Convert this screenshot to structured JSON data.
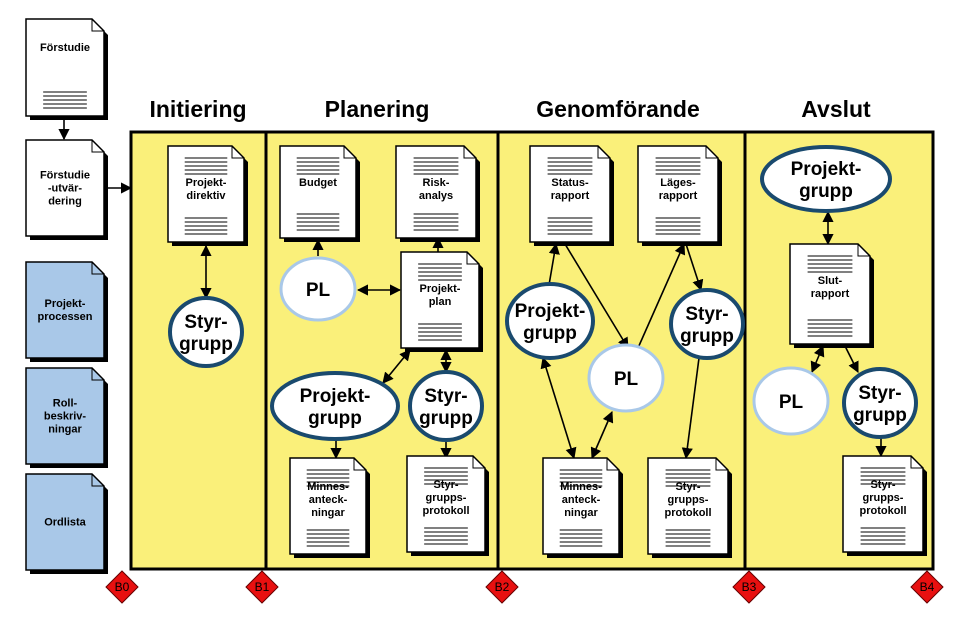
{
  "phases": {
    "initiering": "Initiering",
    "planering": "Planering",
    "genomforande": "Genomförande",
    "avslut": "Avslut"
  },
  "milestones": [
    "B0",
    "B1",
    "B2",
    "B3",
    "B4"
  ],
  "left_docs": {
    "forstudie": [
      "Förstudie"
    ],
    "forstudie_utvardering": [
      "Förstudie",
      "-utvär-",
      "dering"
    ],
    "projektprocessen": [
      "Projekt-",
      "processen"
    ],
    "rollbeskrivningar": [
      "Roll-",
      "beskriv-",
      "ningar"
    ],
    "ordlista": [
      "Ordlista"
    ]
  },
  "docs": {
    "projektdirektiv": [
      "Projekt-",
      "direktiv"
    ],
    "budget": [
      "Budget"
    ],
    "riskanalys": [
      "Risk-",
      "analys"
    ],
    "projektplan": [
      "Projekt-",
      "plan"
    ],
    "minnesanteckningar_1": [
      "Minnes-",
      "anteck-",
      "ningar"
    ],
    "styrgruppsprotokoll_1": [
      "Styr-",
      "grupps-",
      "protokoll"
    ],
    "statusrapport": [
      "Status-",
      "rapport"
    ],
    "lagesrapport": [
      "Läges-",
      "rapport"
    ],
    "minnesanteckningar_2": [
      "Minnes-",
      "anteck-",
      "ningar"
    ],
    "styrgruppsprotokoll_2": [
      "Styr-",
      "grupps-",
      "protokoll"
    ],
    "slutrapport": [
      "Slut-",
      "rapport"
    ],
    "styrgruppsprotokoll_3": [
      "Styr-",
      "grupps-",
      "protokoll"
    ]
  },
  "roles": {
    "styrgrupp_init": [
      "Styr-",
      "grupp"
    ],
    "pl_plan": [
      "PL"
    ],
    "projektgrupp_plan": [
      "Projekt-",
      "grupp"
    ],
    "styrgrupp_plan": [
      "Styr-",
      "grupp"
    ],
    "projektgrupp_gen": [
      "Projekt-",
      "grupp"
    ],
    "pl_gen": [
      "PL"
    ],
    "styrgrupp_gen": [
      "Styr-",
      "grupp"
    ],
    "projektgrupp_avs": [
      "Projekt-",
      "grupp"
    ],
    "pl_avs": [
      "PL"
    ],
    "styrgrupp_avs": [
      "Styr-",
      "grupp"
    ]
  },
  "colors": {
    "phase_fill": "#faf07a",
    "phase_border": "#000000",
    "blue_doc": "#a9c8e8",
    "white_doc": "#ffffff",
    "ellipse_border": "#1a4a6e",
    "pl_border": "#a9c8e8",
    "milestone": "#e81010"
  }
}
